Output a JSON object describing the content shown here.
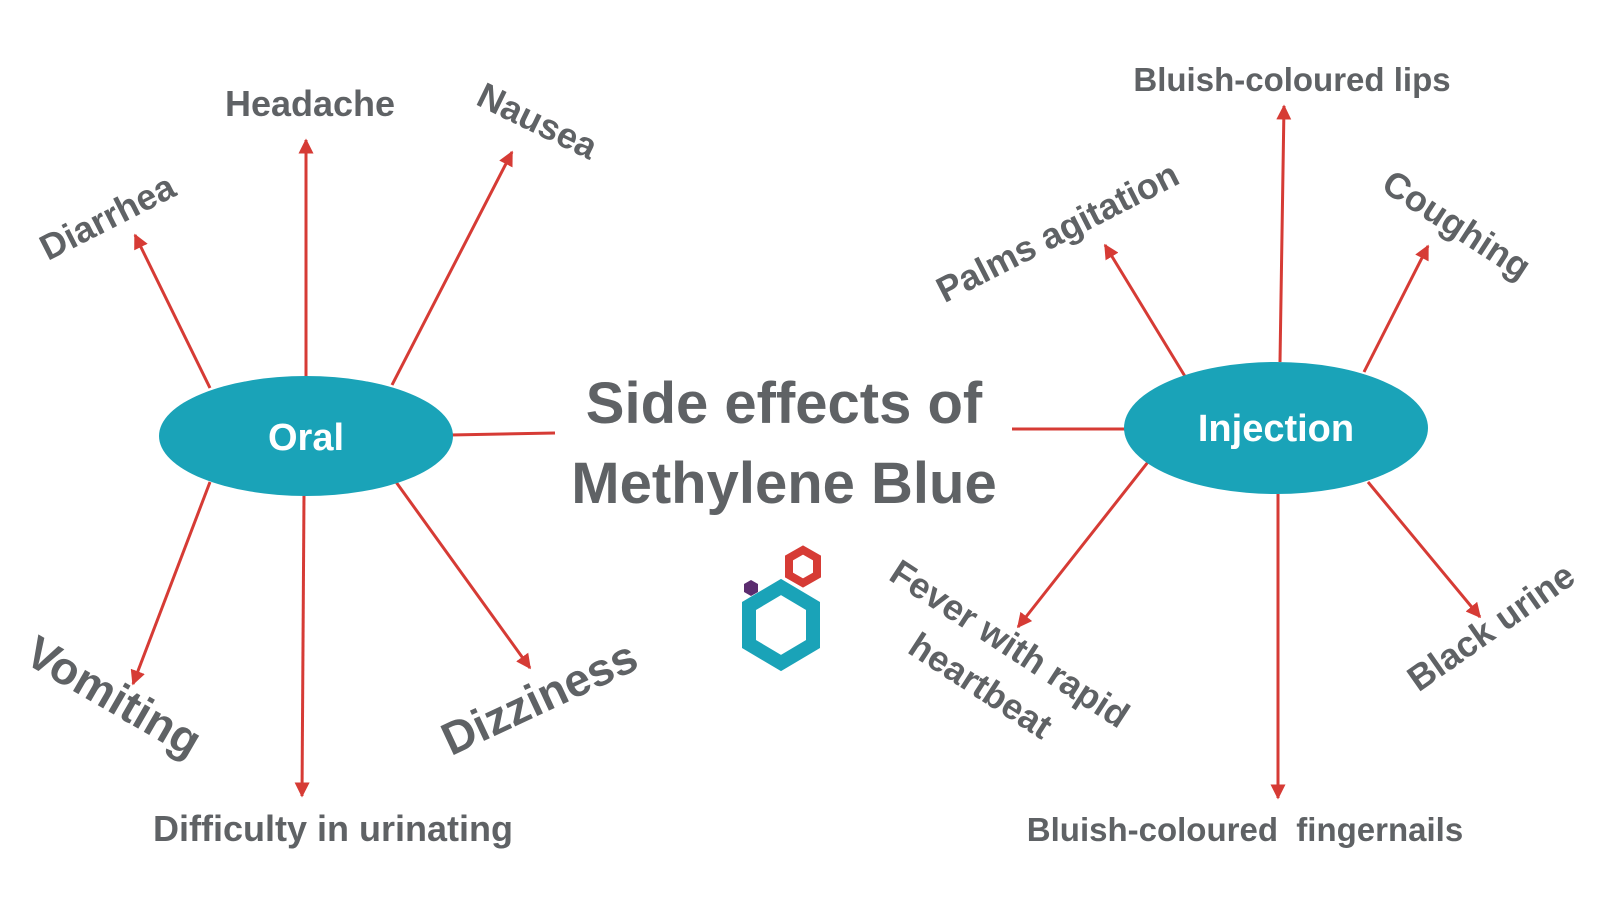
{
  "title": {
    "line1": "Side effects of",
    "line2": "Methylene Blue"
  },
  "colors": {
    "hub": "#1aa3b8",
    "arrow": "#d63b35",
    "text": "#5f6265",
    "logo_teal": "#1aa3b8",
    "logo_red": "#d63b35",
    "logo_purple": "#5b2c6f"
  },
  "hubs": {
    "oral": {
      "label": "Oral",
      "effects": [
        "Headache",
        "Nausea",
        "Diarrhea",
        "Vomiting",
        "Dizziness",
        "Difficulty in urinating"
      ]
    },
    "injection": {
      "label": "Injection",
      "effects": [
        "Bluish-coloured lips",
        "Palms agitation",
        "Coughing",
        "Fever with rapid",
        "heartbeat",
        "Black urine",
        "Bluish-coloured  fingernails"
      ]
    }
  },
  "logo": {
    "icon": "hexagon-molecule-logo"
  }
}
